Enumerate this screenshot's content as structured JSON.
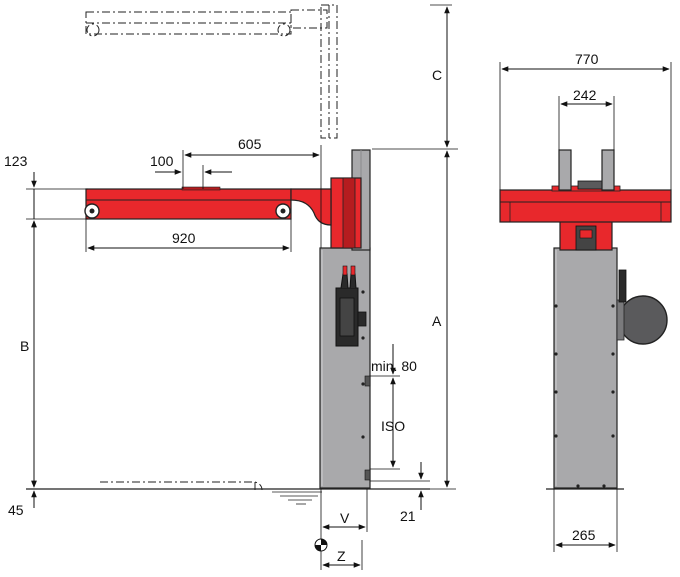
{
  "dimension_labels": {
    "c": "C",
    "a": "A",
    "b": "B",
    "v": "V",
    "z": "Z",
    "d605": "605",
    "d100": "100",
    "d123": "123",
    "d920": "920",
    "d45": "45",
    "d21": "21",
    "min80": "min. 80",
    "iso": "ISO",
    "d770": "770",
    "d242": "242",
    "d265": "265"
  },
  "colors": {
    "arm_red": "#e8282c",
    "arm_red_dark": "#b51c1f",
    "column_gray": "#a9a9ab",
    "column_dark": "#8c8c8e",
    "reel": "#5a5a5c",
    "line": "#111111"
  },
  "icons": {
    "center_mark": "center-of-gravity-symbol"
  }
}
